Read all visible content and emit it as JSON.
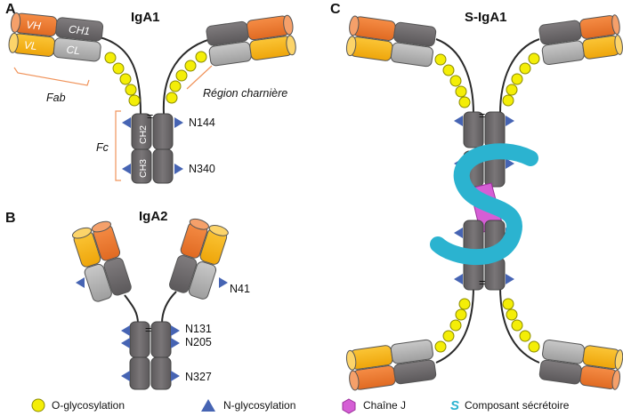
{
  "panels": {
    "a": {
      "letter": "A",
      "title": "IgA1"
    },
    "b": {
      "letter": "B",
      "title": "IgA2"
    },
    "c": {
      "letter": "C",
      "title": "S-IgA1"
    }
  },
  "domains": {
    "vh": "VH",
    "ch1": "CH1",
    "vl": "VL",
    "cl": "CL",
    "ch2": "CH2",
    "ch3": "CH3"
  },
  "annotations": {
    "fab": "Fab",
    "fc": "Fc",
    "hinge": "Région charnière",
    "n144": "N144",
    "n340": "N340",
    "n41": "N41",
    "n131": "N131",
    "n205": "N205",
    "n327": "N327",
    "disulfide": "="
  },
  "legend": {
    "o_glyco": "O-glycosylation",
    "n_glyco": "N-glycosylation",
    "j_chain": "Chaîne J",
    "secretory_symbol": "S",
    "secretory": "Composant sécrétoire"
  },
  "colors": {
    "heavy_constant": "#6e6a6c",
    "light_constant": "#b4b4b4",
    "vh": "#ee7b33",
    "vl": "#f6b41a",
    "o_glycan": "#f4ee07",
    "n_glycan": "#4664b3",
    "j_chain": "#d55ed5",
    "secretory_component": "#2bb3d0",
    "bracket": "#f0935a"
  }
}
